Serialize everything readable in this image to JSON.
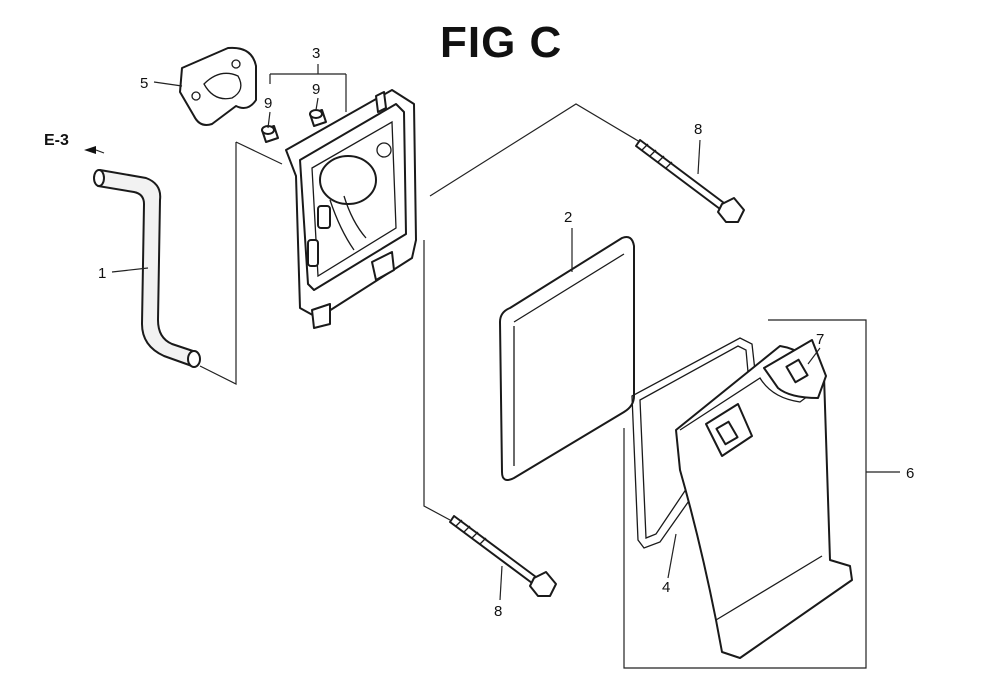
{
  "title": "FIG C",
  "reference": "E-3",
  "callouts": {
    "c1": "1",
    "c2": "2",
    "c3": "3",
    "c4": "4",
    "c5": "5",
    "c6": "6",
    "c7": "7",
    "c8a": "8",
    "c8b": "8",
    "c9a": "9",
    "c9b": "9"
  }
}
